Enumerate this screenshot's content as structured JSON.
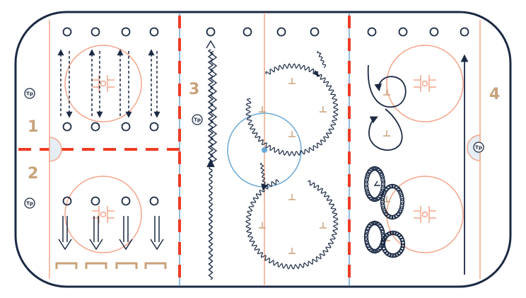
{
  "colors": {
    "board": "#1b2a44",
    "red": "#ef3b24",
    "blue": "#6aa7d4",
    "salmon": "#f4a58a",
    "tan": "#c9a27a",
    "navy": "#1b2a44",
    "crease": "#e5edf5"
  },
  "zones": [
    "1",
    "2",
    "3",
    "4"
  ],
  "tp_label": "Tp",
  "icons": [
    "pylon-icon",
    "arrow-icon",
    "wavy-arrow-icon",
    "hurdle-icon",
    "faceoff-dot-icon"
  ]
}
